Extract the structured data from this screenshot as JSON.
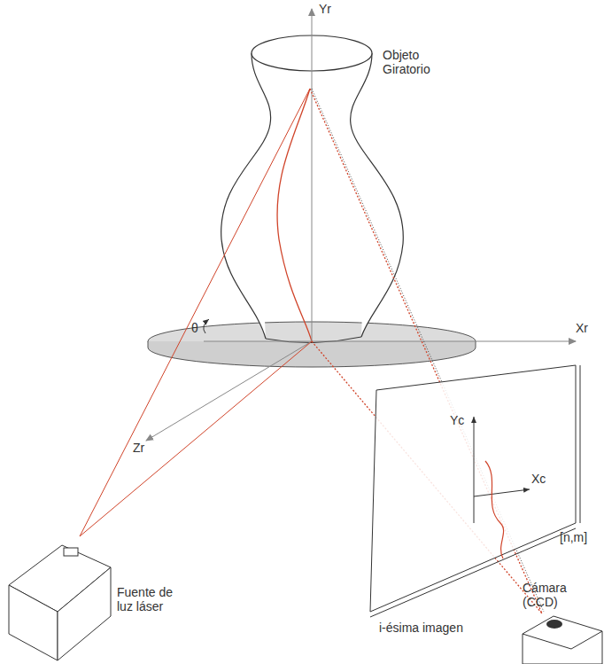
{
  "diagram": {
    "labels": [
      "Yr",
      "Objeto Giratorio",
      "θ",
      "Xr",
      "Zr",
      "Yc",
      "Xc",
      "[n,m]",
      "i-ésima imagen",
      "Fuente de luz láser",
      "Cámara (CCD)"
    ]
  }
}
